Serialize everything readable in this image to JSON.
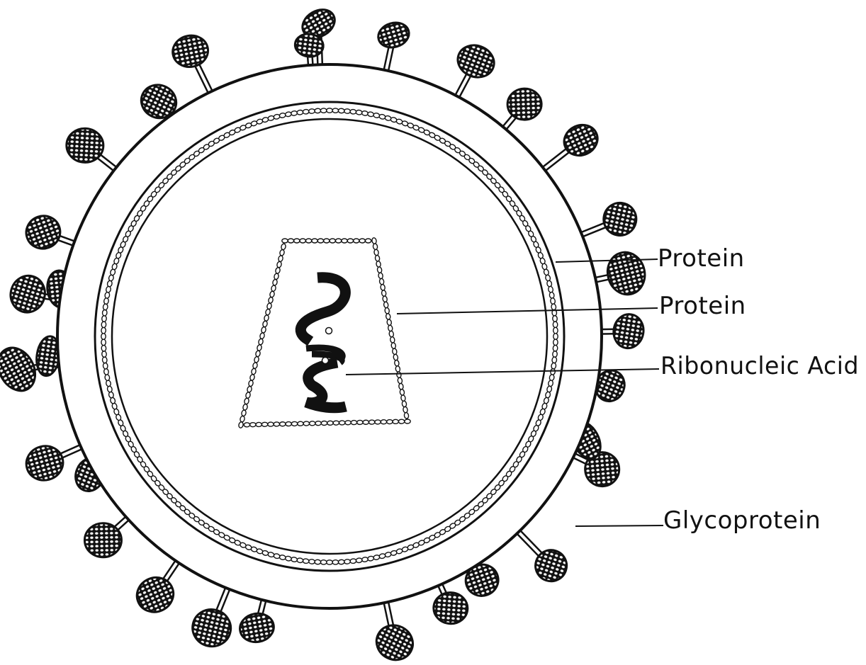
{
  "labels": {
    "protein_outer": "Protein",
    "protein_inner": "Protein",
    "rna": "Ribonucleic Acid",
    "glycoprotein": "Glycoprotein"
  },
  "colors": {
    "ink": "#111111",
    "paper": "#ffffff"
  },
  "icons": {
    "spike_head": "glycoprotein-spike-icon",
    "rna_strand": "rna-coil-icon"
  }
}
